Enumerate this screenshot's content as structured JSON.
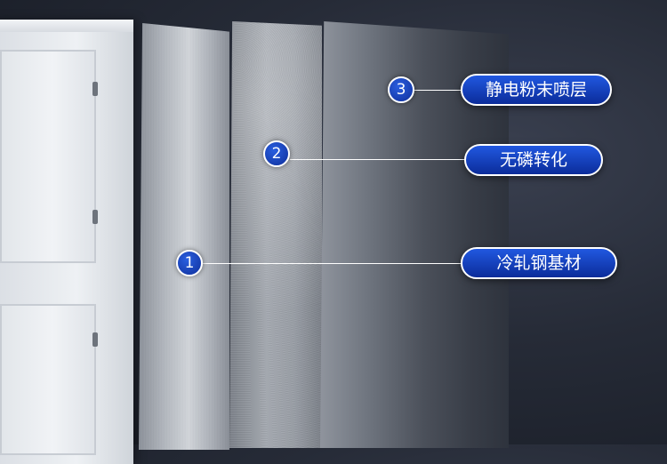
{
  "layers": [
    {
      "number": "3",
      "label": "静电粉末喷层"
    },
    {
      "number": "2",
      "label": "无磷转化"
    },
    {
      "number": "1",
      "label": "冷轧钢基材"
    }
  ],
  "colors": {
    "badge_blue": "#1a46c4",
    "pill_blue": "#1444c0",
    "outline": "#ffffff",
    "background": "#1e222c"
  }
}
